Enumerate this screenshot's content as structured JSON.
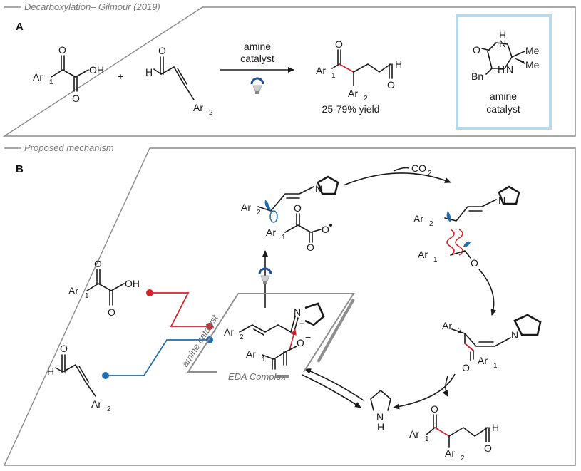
{
  "panelA": {
    "header": "Decarboxylation– Gilmour (2019)",
    "letter": "A",
    "reagent1": {
      "ar": "Ar",
      "sub": "1",
      "oh": "OH",
      "o1": "O",
      "o2": "O"
    },
    "plus": "+",
    "reagent2": {
      "h": "H",
      "o": "O",
      "ar": "Ar",
      "sub": "2"
    },
    "arrow_above_1": "amine",
    "arrow_above_2": "catalyst",
    "product": {
      "ar1": "Ar",
      "sub1": "1",
      "ar2": "Ar",
      "sub2": "2",
      "o1": "O",
      "o2": "O",
      "h": "H"
    },
    "yield": "25-79% yield",
    "catalyst_box": {
      "o": "O",
      "nh1": "H",
      "n1": "N",
      "nh2": "H",
      "n2": "N",
      "me1": "Me",
      "me2": "Me",
      "bn": "Bn",
      "label1": "amine",
      "label2": "catalyst",
      "border_color": "#b7d9ea"
    }
  },
  "panelB": {
    "header": "Proposed mechanism",
    "letter": "B",
    "co2": "CO",
    "co2_sub": "2",
    "amine_catalyst_label": "amine catalyst",
    "eda_label": "EDA Complex",
    "plus": "+",
    "minus": "−",
    "n": "N",
    "nh_n": "N",
    "nh_h": "H",
    "o": "O",
    "oh": "OH",
    "h": "H",
    "ar": "Ar",
    "sub1": "1",
    "sub2": "2",
    "colors": {
      "red": "#d2232a",
      "blue": "#1f6cb0",
      "grey": "#8e8e8e"
    }
  }
}
